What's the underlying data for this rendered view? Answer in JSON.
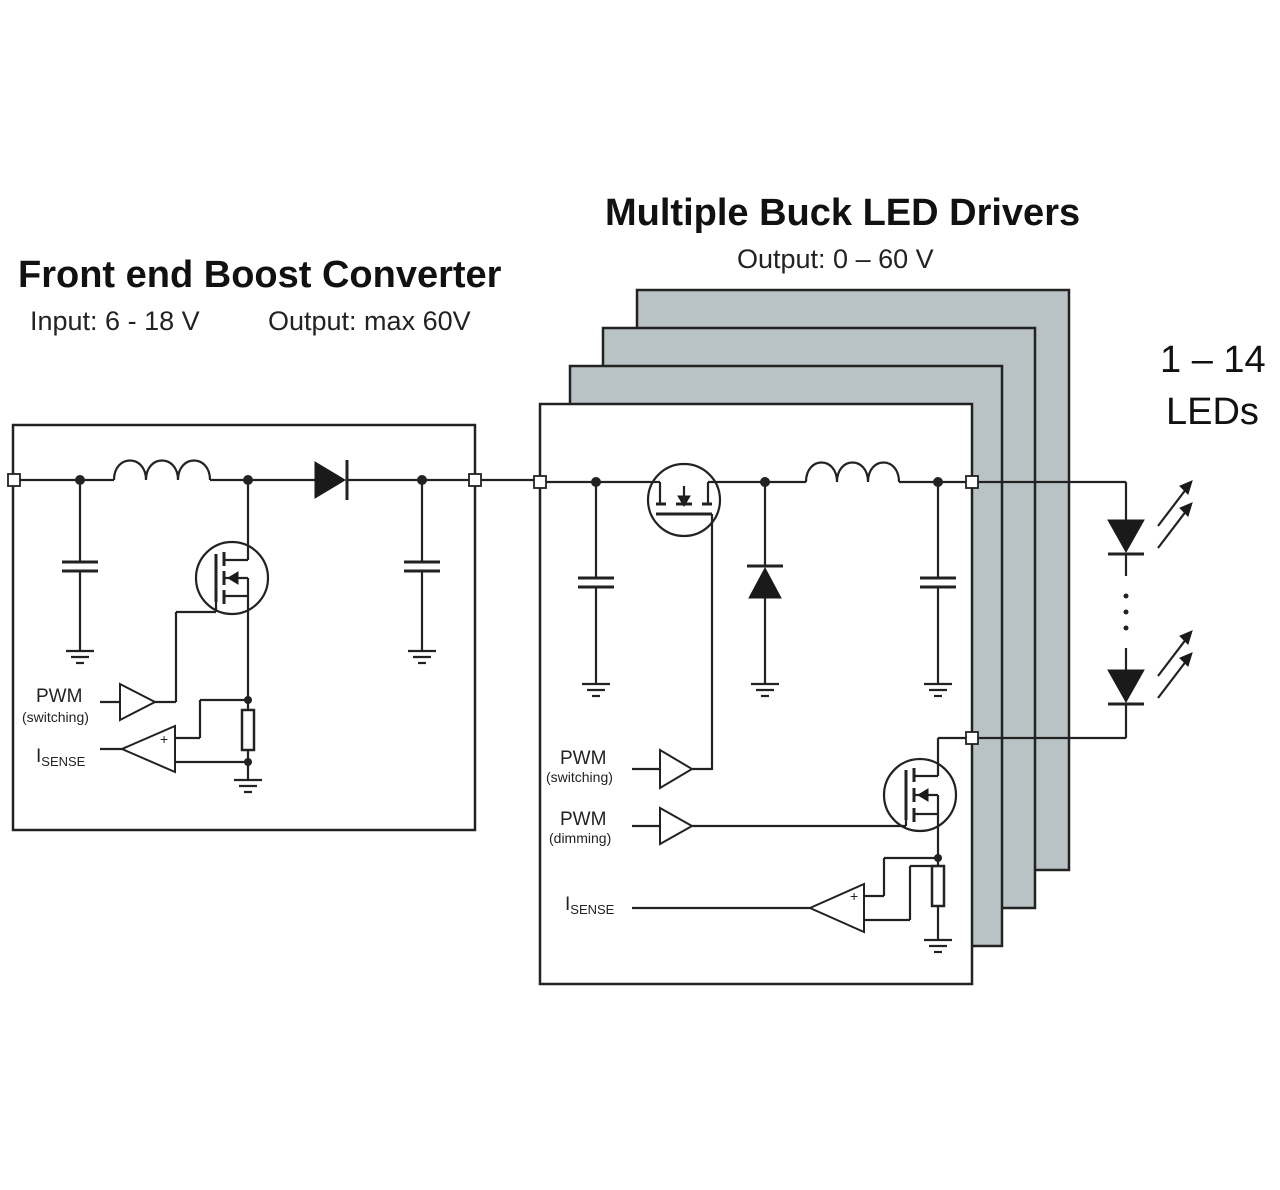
{
  "boost": {
    "title": "Front end Boost Converter",
    "input": "Input: 6 - 18 V",
    "output": "Output: max 60V",
    "pwm_label": "PWM",
    "pwm_sub": "(switching)",
    "isense_main": "I",
    "isense_sub": "SENSE"
  },
  "buck": {
    "title": "Multiple Buck LED Drivers",
    "output": "Output: 0 – 60 V",
    "pwm1_label": "PWM",
    "pwm1_sub": "(switching)",
    "pwm2_label": "PWM",
    "pwm2_sub": "(dimming)",
    "isense_main": "I",
    "isense_sub": "SENSE"
  },
  "leds": {
    "count": "1 – 14",
    "label": "LEDs"
  },
  "colors": {
    "panel_shadow": "#b9c2c4",
    "line": "#222222"
  }
}
